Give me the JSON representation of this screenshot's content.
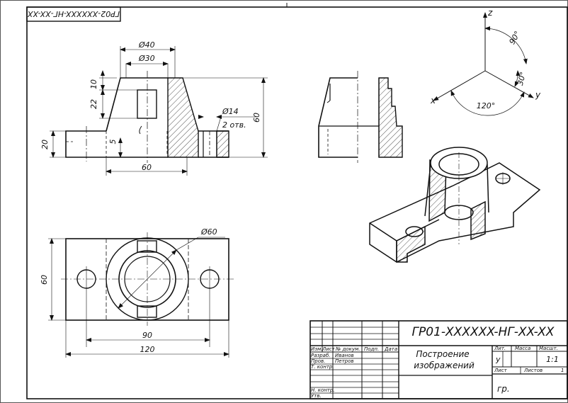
{
  "corner_stamp": "ГР02-XXXXXX-НГ-XX-XX",
  "front_view": {
    "dim_d40": "Ø40",
    "dim_d30": "Ø30",
    "dim_10": "10",
    "dim_22": "22",
    "dim_5": "5",
    "dim_20": "20",
    "dim_60_base": "60",
    "dim_60_height": "60",
    "dim_d14": "Ø14",
    "note_holes": "2 отв."
  },
  "top_view": {
    "dim_d60": "Ø60",
    "dim_60": "60",
    "dim_90": "90",
    "dim_120": "120"
  },
  "axes_diagram": {
    "z": "z",
    "y": "y",
    "x": "x",
    "angle_90": "90°",
    "angle_30": "30°",
    "angle_120": "120°"
  },
  "title_block": {
    "doc_code": "ГР01-XXXXXX-НГ-XX-XX",
    "title_line1": "Построение",
    "title_line2": "изображений",
    "col_izm": "Изм.",
    "col_list": "Лист",
    "col_doc": "№ докум.",
    "col_sign": "Подп.",
    "col_date": "Дата",
    "row_razrab": "Разраб.",
    "row_prov": "Пров.",
    "row_tkontr": "Т. контр.",
    "row_nkontr": "Н. контр.",
    "row_utv": "Утв.",
    "name_razrab": "Иванов",
    "name_prov": "Петров",
    "lit": "Лит.",
    "massa": "Масса",
    "masshtab": "Масшт.",
    "lit_value": "у",
    "scale_value": "1:1",
    "sheet": "Лист",
    "sheets": "Листов",
    "sheets_value": "1",
    "group": "гр."
  }
}
